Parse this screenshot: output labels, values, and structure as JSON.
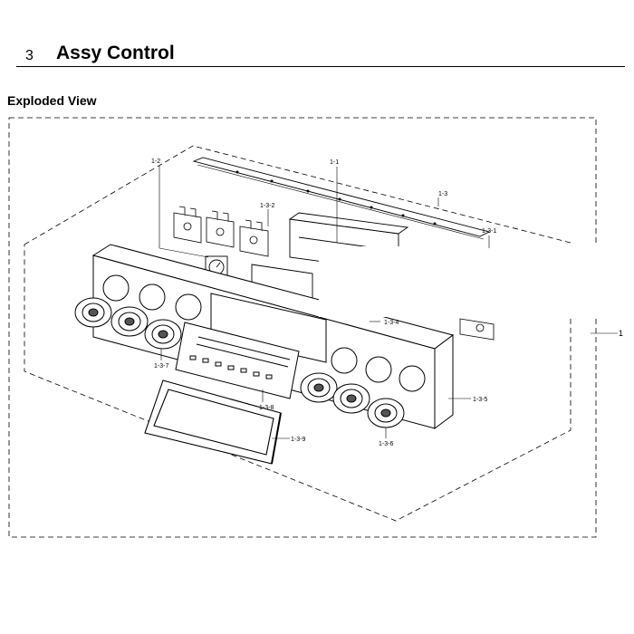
{
  "header": {
    "section_number": "3",
    "section_title": "Assy Control"
  },
  "view_title": "Exploded View",
  "callouts": {
    "c_1_2": "1-2",
    "c_1_1": "1-1",
    "c_1_3": "1-3",
    "c_1_3_2": "1-3-2",
    "c_1_3_1": "1-3-1",
    "c_1": "1",
    "c_1_3_4": "1-3-4",
    "c_1_3_7": "1-3-7",
    "c_1_3_5": "1-3-5",
    "c_1_3_8": "1-3-8",
    "c_1_3_9": "1-3-9",
    "c_1_3_6": "1-3-6"
  }
}
